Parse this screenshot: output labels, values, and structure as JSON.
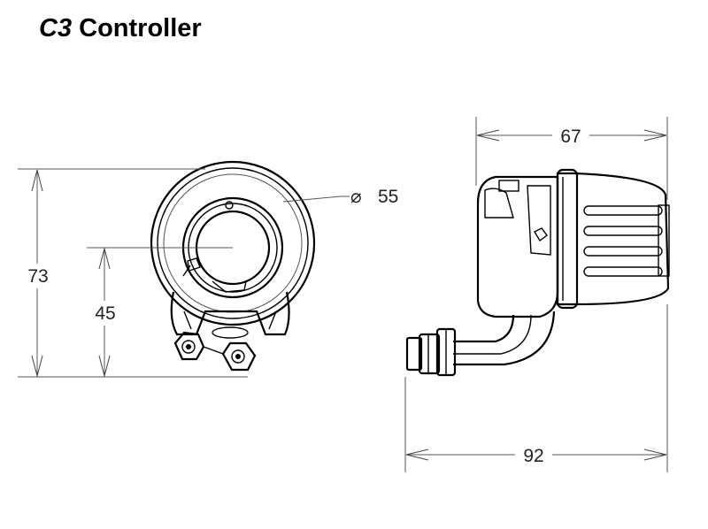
{
  "title": {
    "model": "C3",
    "name": "Controller"
  },
  "dimensions": {
    "height_total": "73",
    "height_axis": "45",
    "diameter": "55",
    "diameter_symbol": "⌀",
    "width_top": "67",
    "width_bottom": "92"
  }
}
